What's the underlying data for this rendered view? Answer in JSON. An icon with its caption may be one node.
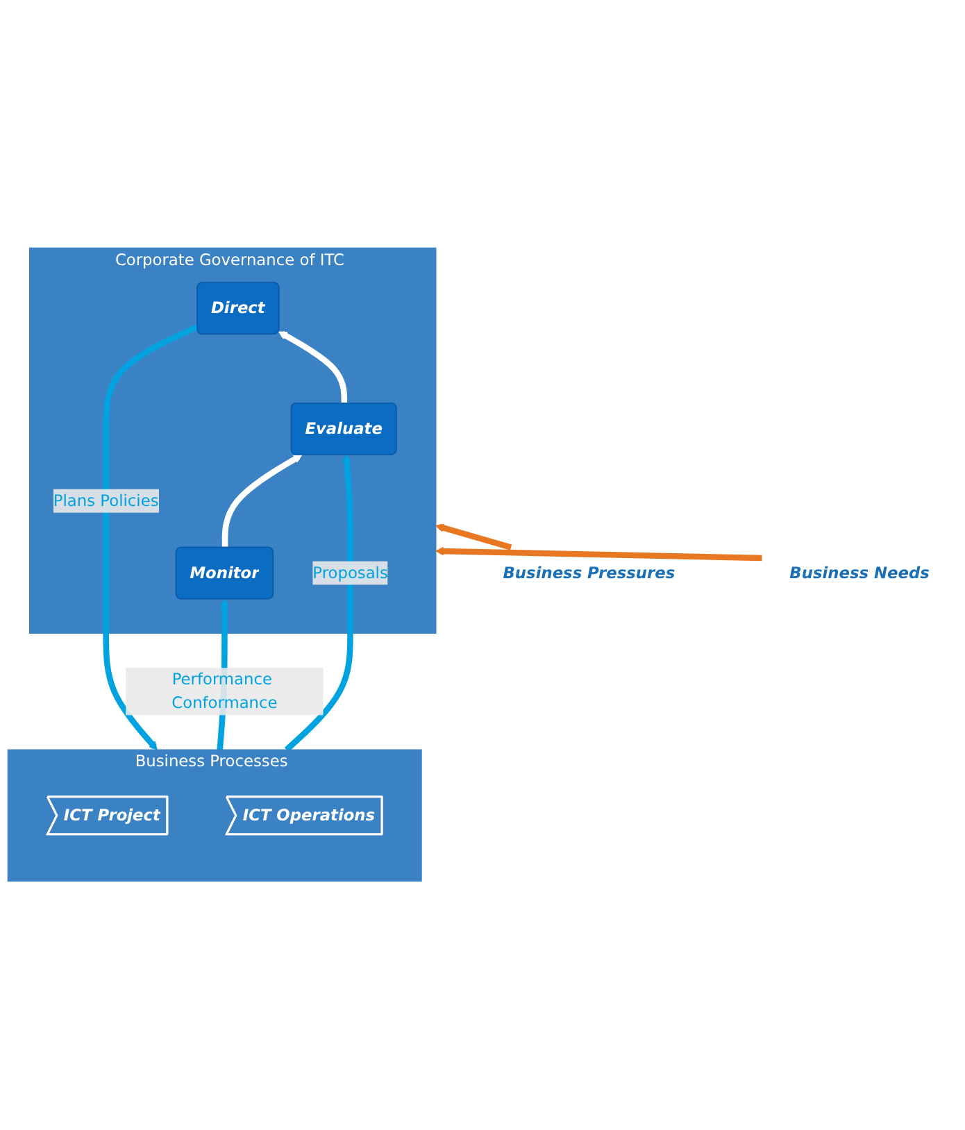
{
  "diagram": {
    "nodes": [
      {
        "text": [
          "Business Pressures"
        ]
      },
      {
        "text": [
          "Business Needs"
        ]
      },
      {
        "text": [
          "Corporate Governance of ITC"
        ]
      },
      {
        "text": [
          "Evaluate"
        ],
        "in": 2
      },
      {
        "text": [
          "Direct"
        ],
        "in": 2
      },
      {
        "text": [
          "Monitor"
        ],
        "in": 2
      },
      {
        "text": [
          "Business Processes"
        ]
      },
      {
        "text": [
          "ICT Project"
        ],
        "in": 6
      },
      {
        "text": [
          "ICT Operations"
        ],
        "in": 6
      }
    ],
    "edges": [
      {
        "from": 0,
        "to": 2,
        "arrow": "to",
        "color": "#e87722"
      },
      {
        "from": 1,
        "to": 2,
        "arrow": "to",
        "color": "#e87722"
      },
      {
        "from": 3,
        "to": 4,
        "arrow": "to",
        "color": "#ffffff"
      },
      {
        "from": 5,
        "to": 3,
        "arrow": "to",
        "color": "#ffffff"
      },
      {
        "from": 4,
        "to": 6,
        "arrow": "to",
        "label": "Plans Policies"
      },
      {
        "from": 6,
        "to": 3,
        "arrow": "to",
        "label": "Proposals"
      },
      {
        "from": 6,
        "to": 5,
        "arrow": "to",
        "label": "Performance Conformance"
      }
    ]
  }
}
